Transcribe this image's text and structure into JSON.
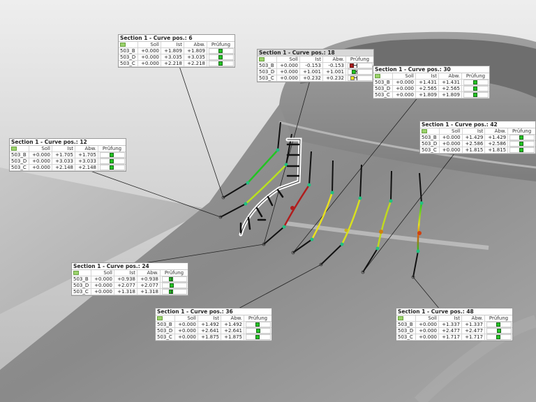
{
  "scene": {
    "description": "3D scanned part with deviation whisker curves and callout labels",
    "colors": {
      "background_light": "#eeeeee",
      "part_gray": "#8c8c8c",
      "ok_green": "#22c422",
      "warn_yellow": "#e8e020",
      "fail_red": "#b01c1c",
      "whisker_black": "#111111",
      "arrow_outline": "#ffffff"
    }
  },
  "columns": {
    "name": "",
    "soll": "Soll",
    "ist": "Ist",
    "abw": "Abw.",
    "pruefung": "Prüfung"
  },
  "callouts": [
    {
      "title": "Section 1 - Curve pos.: 6",
      "rows": [
        {
          "name": "503_B",
          "soll": "+0.000",
          "ist": "+1.809",
          "abw": "+1.809",
          "status": "ok"
        },
        {
          "name": "503_D",
          "soll": "+0.000",
          "ist": "+3.035",
          "abw": "+3.035",
          "status": "ok"
        },
        {
          "name": "503_C",
          "soll": "+0.000",
          "ist": "+2.218",
          "abw": "+2.218",
          "status": "ok"
        }
      ]
    },
    {
      "title": "Section 1 - Curve pos.: 18",
      "rows": [
        {
          "name": "503_B",
          "soll": "+0.000",
          "ist": "-0.153",
          "abw": "-0.153",
          "status": "fail"
        },
        {
          "name": "503_D",
          "soll": "+0.000",
          "ist": "+1.001",
          "abw": "+1.001",
          "status": "ok"
        },
        {
          "name": "503_C",
          "soll": "+0.000",
          "ist": "+0.232",
          "abw": "+0.232",
          "status": "warn"
        }
      ]
    },
    {
      "title": "Section 1 - Curve pos.: 30",
      "rows": [
        {
          "name": "503_B",
          "soll": "+0.000",
          "ist": "+1.431",
          "abw": "+1.431",
          "status": "ok"
        },
        {
          "name": "503_D",
          "soll": "+0.000",
          "ist": "+2.565",
          "abw": "+2.565",
          "status": "ok"
        },
        {
          "name": "503_C",
          "soll": "+0.000",
          "ist": "+1.809",
          "abw": "+1.809",
          "status": "ok"
        }
      ]
    },
    {
      "title": "Section 1 - Curve pos.: 42",
      "rows": [
        {
          "name": "503_B",
          "soll": "+0.000",
          "ist": "+1.429",
          "abw": "+1.429",
          "status": "ok"
        },
        {
          "name": "503_D",
          "soll": "+0.000",
          "ist": "+2.586",
          "abw": "+2.586",
          "status": "ok"
        },
        {
          "name": "503_C",
          "soll": "+0.000",
          "ist": "+1.815",
          "abw": "+1.815",
          "status": "ok"
        }
      ]
    },
    {
      "title": "Section 1 - Curve pos.: 12",
      "rows": [
        {
          "name": "503_B",
          "soll": "+0.000",
          "ist": "+1.705",
          "abw": "+1.705",
          "status": "ok"
        },
        {
          "name": "503_D",
          "soll": "+0.000",
          "ist": "+3.033",
          "abw": "+3.033",
          "status": "ok"
        },
        {
          "name": "503_C",
          "soll": "+0.000",
          "ist": "+2.148",
          "abw": "+2.148",
          "status": "ok"
        }
      ]
    },
    {
      "title": "Section 1 - Curve pos.: 24",
      "rows": [
        {
          "name": "503_B",
          "soll": "+0.000",
          "ist": "+0.938",
          "abw": "+0.938",
          "status": "ok"
        },
        {
          "name": "503_D",
          "soll": "+0.000",
          "ist": "+2.077",
          "abw": "+2.077",
          "status": "ok"
        },
        {
          "name": "503_C",
          "soll": "+0.000",
          "ist": "+1.318",
          "abw": "+1.318",
          "status": "ok"
        }
      ]
    },
    {
      "title": "Section 1 - Curve pos.: 36",
      "rows": [
        {
          "name": "503_B",
          "soll": "+0.000",
          "ist": "+1.492",
          "abw": "+1.492",
          "status": "ok"
        },
        {
          "name": "503_D",
          "soll": "+0.000",
          "ist": "+2.641",
          "abw": "+2.641",
          "status": "ok"
        },
        {
          "name": "503_C",
          "soll": "+0.000",
          "ist": "+1.875",
          "abw": "+1.875",
          "status": "ok"
        }
      ]
    },
    {
      "title": "Section 1 - Curve pos.: 48",
      "rows": [
        {
          "name": "503_B",
          "soll": "+0.000",
          "ist": "+1.337",
          "abw": "+1.337",
          "status": "ok"
        },
        {
          "name": "503_D",
          "soll": "+0.000",
          "ist": "+2.477",
          "abw": "+2.477",
          "status": "ok"
        },
        {
          "name": "503_C",
          "soll": "+0.000",
          "ist": "+1.717",
          "abw": "+1.717",
          "status": "ok"
        }
      ]
    }
  ]
}
